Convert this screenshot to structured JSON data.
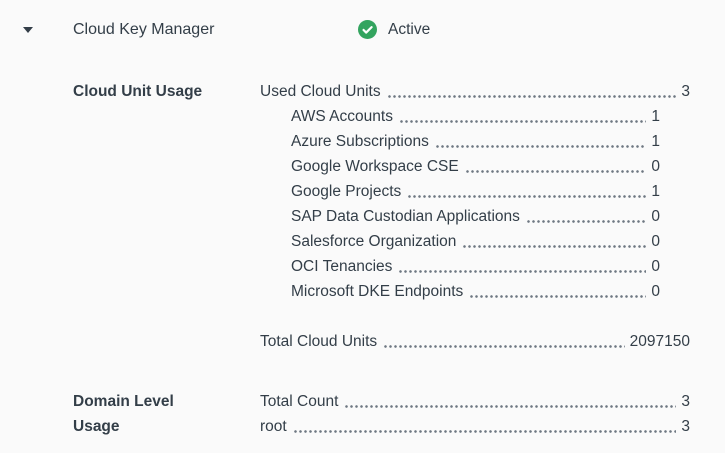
{
  "header": {
    "title": "Cloud Key Manager",
    "status": {
      "label": "Active",
      "icon": "check-circle"
    },
    "collapse_icon": "triangle-down"
  },
  "cloud_unit_usage": {
    "label": "Cloud Unit Usage",
    "used": {
      "label": "Used Cloud Units",
      "value": "3"
    },
    "breakdown": [
      {
        "label": "AWS Accounts",
        "value": "1"
      },
      {
        "label": "Azure Subscriptions",
        "value": "1"
      },
      {
        "label": "Google Workspace CSE",
        "value": "0"
      },
      {
        "label": "Google Projects",
        "value": "1"
      },
      {
        "label": "SAP Data Custodian Applications",
        "value": "0"
      },
      {
        "label": "Salesforce Organization",
        "value": "0"
      },
      {
        "label": "OCI Tenancies",
        "value": "0"
      },
      {
        "label": "Microsoft DKE Endpoints",
        "value": "0"
      }
    ],
    "total": {
      "label": "Total Cloud Units",
      "value": "2097150"
    }
  },
  "domain_level_usage": {
    "label": "Domain Level Usage",
    "rows": [
      {
        "label": "Total Count",
        "value": "3"
      },
      {
        "label": "root",
        "value": "3"
      }
    ]
  },
  "colors": {
    "text": "#333e48",
    "dots": "#6f7882",
    "status_green": "#33a45f",
    "background": "#fafafa"
  }
}
